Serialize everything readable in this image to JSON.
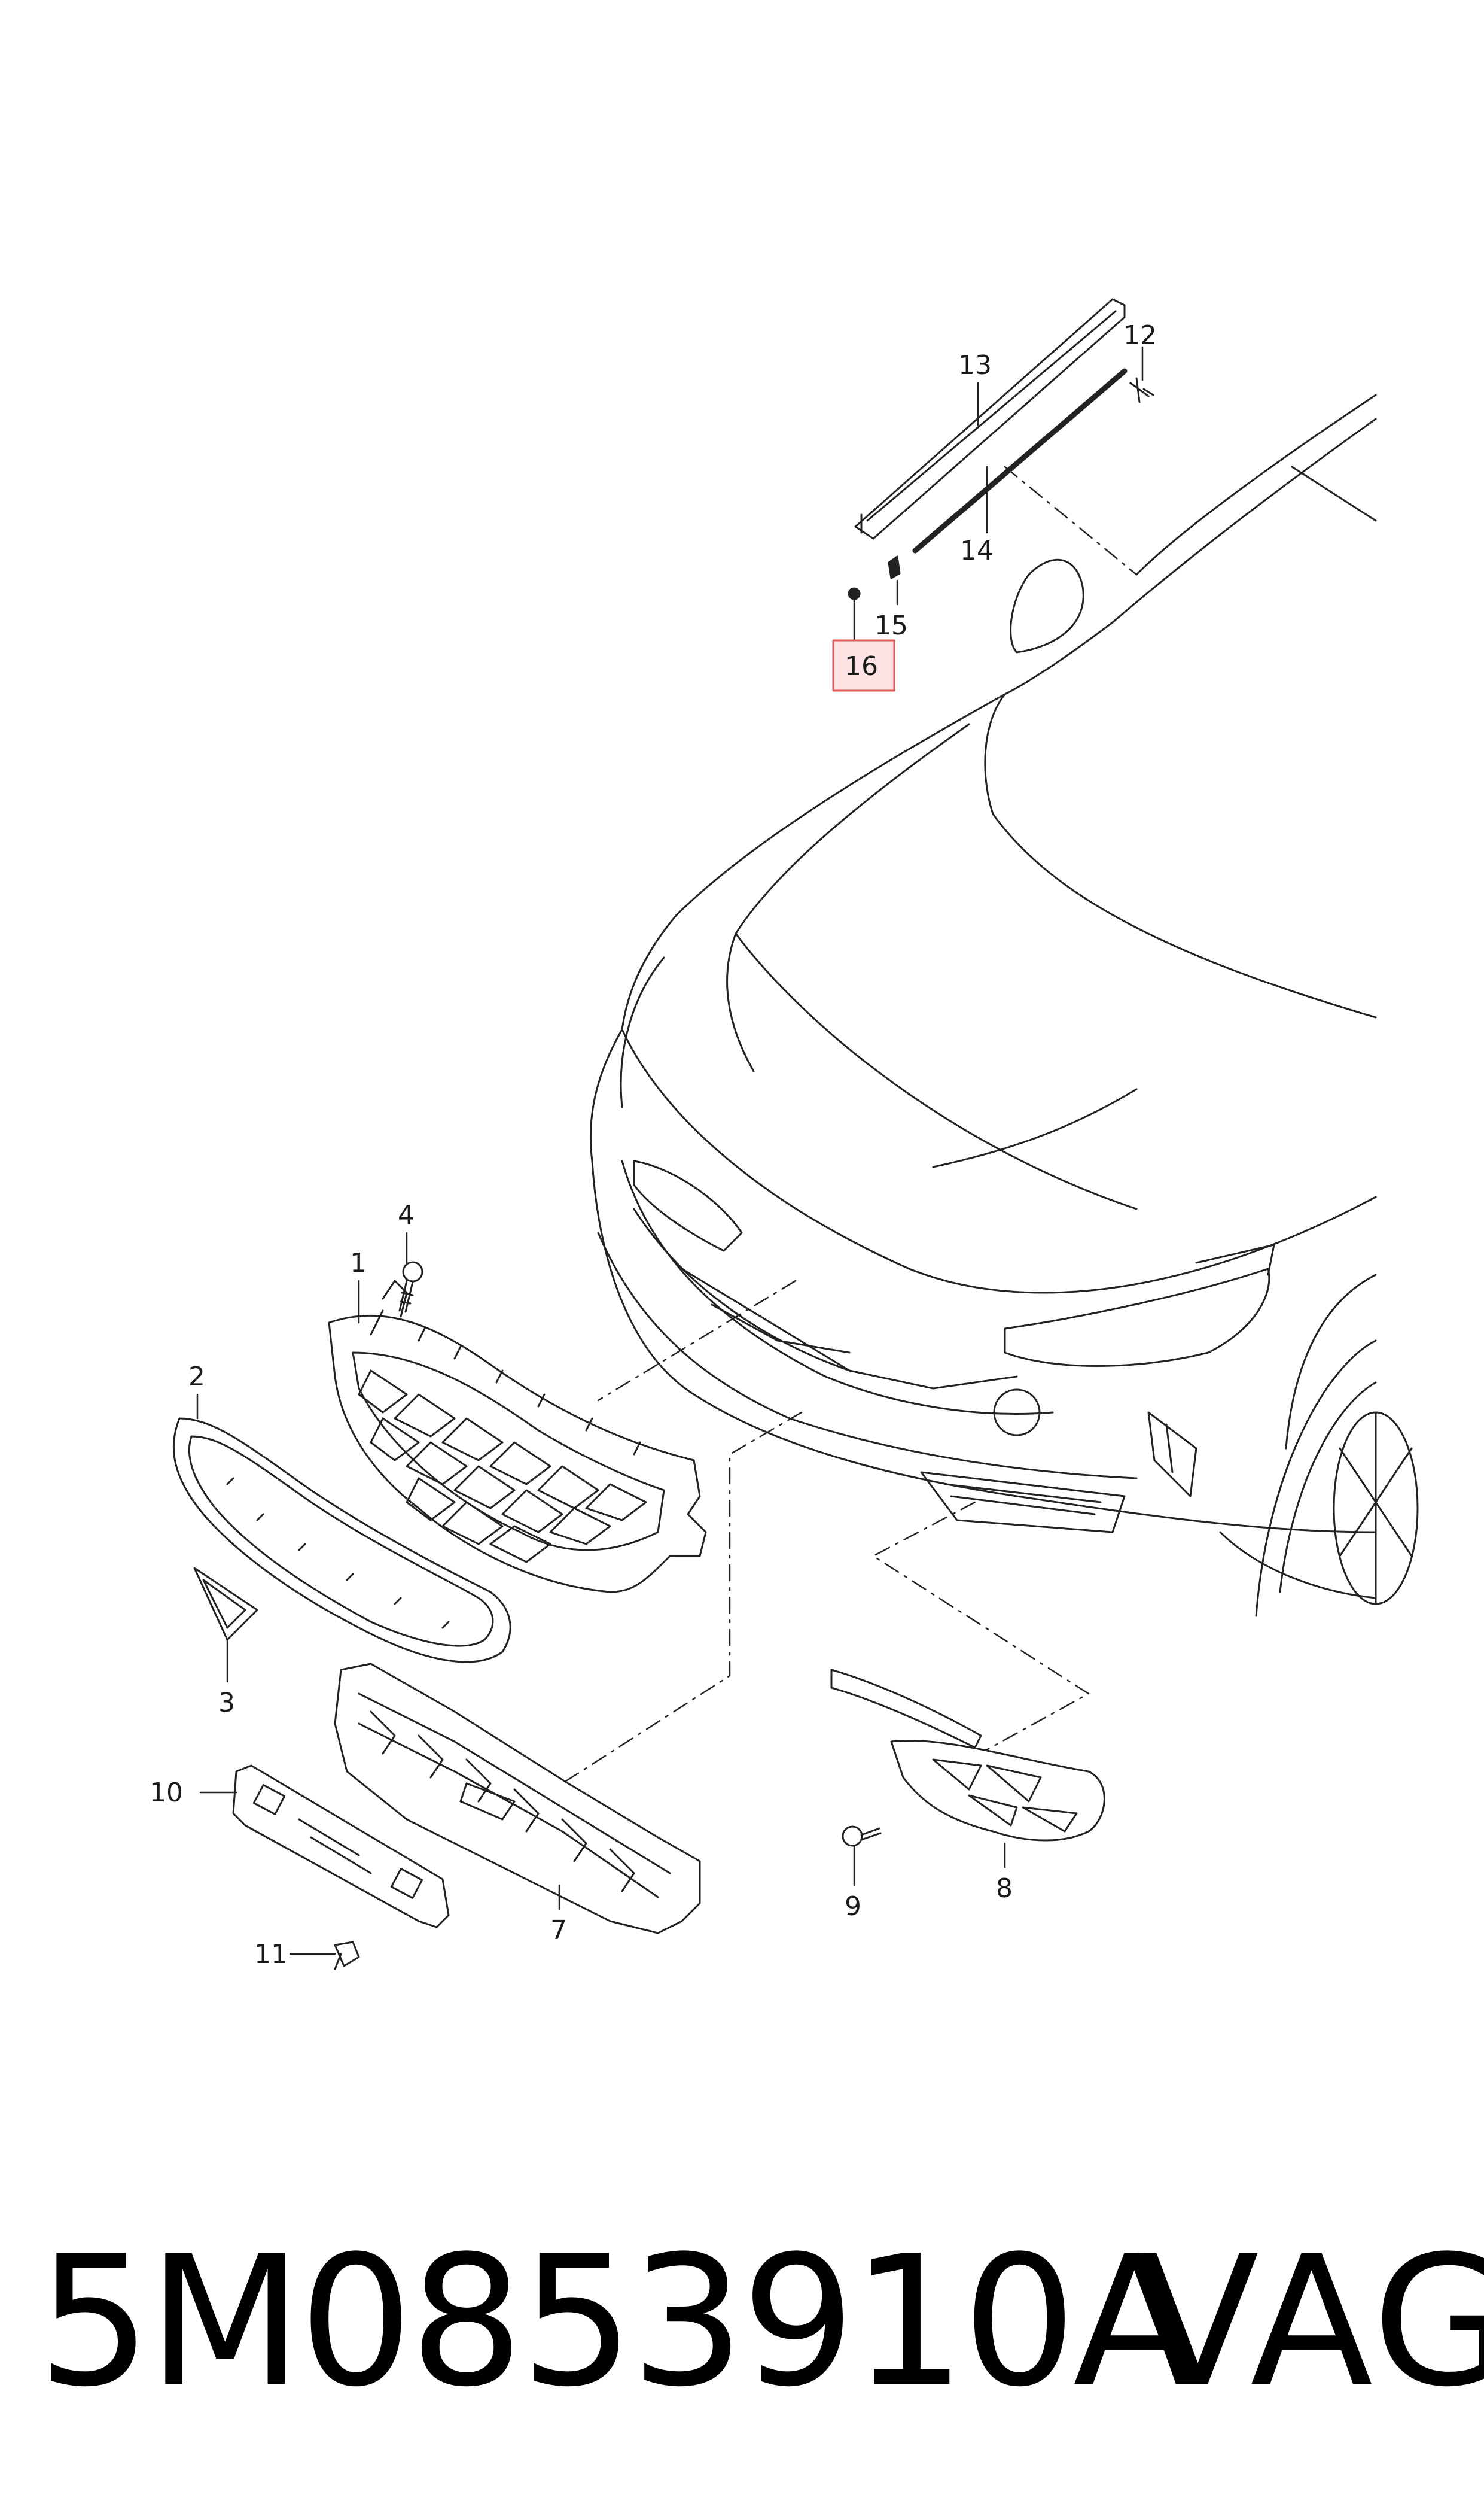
{
  "callouts": [
    {
      "id": "1",
      "label": "1"
    },
    {
      "id": "2",
      "label": "2"
    },
    {
      "id": "3",
      "label": "3"
    },
    {
      "id": "4",
      "label": "4"
    },
    {
      "id": "7",
      "label": "7"
    },
    {
      "id": "8",
      "label": "8"
    },
    {
      "id": "9",
      "label": "9"
    },
    {
      "id": "10",
      "label": "10"
    },
    {
      "id": "11",
      "label": "11"
    },
    {
      "id": "12",
      "label": "12"
    },
    {
      "id": "13",
      "label": "13"
    },
    {
      "id": "14",
      "label": "14"
    },
    {
      "id": "15",
      "label": "15"
    },
    {
      "id": "16",
      "label": "16",
      "highlighted": true
    }
  ],
  "highlight_color": "#e05a5a",
  "highlight_fill": "#fde3e3",
  "footer": {
    "part_number": "5M0853910A",
    "brand": "VAG"
  }
}
